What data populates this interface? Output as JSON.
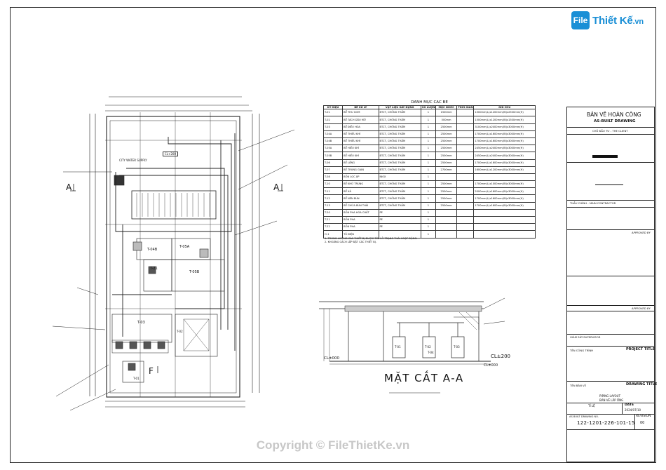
{
  "logo": {
    "mark": "File",
    "name": "Thiết Kế",
    "tld": ".vn"
  },
  "watermark": "Copyright © FileThietKe.vn",
  "plan": {
    "section_marks": [
      {
        "letter": "A",
        "side": "left"
      },
      {
        "letter": "A",
        "side": "right"
      },
      {
        "letter": "F",
        "side": "bottom"
      }
    ],
    "rooms": {
      "t04b": "T-04B",
      "t05a": "T-05A",
      "t21": "T-21",
      "t05b": "T-05B",
      "t03": "T-03",
      "t01": "T-01",
      "t02": "T-02"
    },
    "callouts": {
      "city_water": "CITY WATER SUPPLY",
      "cl": "CL+200"
    }
  },
  "legend": {
    "title": "DANH MỤC CÁC BỂ",
    "headers": [
      "KÝ HIỆU",
      "BỂ XỬ LÝ",
      "VẬT LIỆU XÂY DỰNG",
      "SỐ LƯỢNG",
      "MỰC NƯỚC",
      "THỜI GIAN LƯU",
      "GHI CHÚ"
    ],
    "rows": [
      [
        "T-01",
        "BỂ THU GOM",
        "BTCT, CHỐNG THẤM",
        "1",
        "1500mm",
        "",
        "1500mm(L)x1200mm(W)x2500mm(H)"
      ],
      [
        "T-02",
        "BỂ TÁCH DẦU MỠ",
        "BTCT, CHỐNG THẤM",
        "1",
        "500mm",
        "",
        "1500mm(L)x1200mm(W)x1500mm(H)"
      ],
      [
        "T-03",
        "BỂ ĐIỀU HÒA",
        "BTCT, CHỐNG THẤM",
        "1",
        "2500mm",
        "",
        "3100mm(L)x2400mm(W)x3000mm(H)"
      ],
      [
        "T-04A",
        "BỂ THIẾU KHÍ",
        "BTCT, CHỐNG THẤM",
        "1",
        "2500mm",
        "",
        "1700mm(L)x1600mm(W)x3000mm(H)"
      ],
      [
        "T-04B",
        "BỂ THIẾU KHÍ",
        "BTCT, CHỐNG THẤM",
        "1",
        "2500mm",
        "",
        "1700mm(L)x1600mm(W)x3000mm(H)"
      ],
      [
        "T-05A",
        "BỂ HIẾU KHÍ",
        "BTCT, CHỐNG THẤM",
        "1",
        "2500mm",
        "",
        "2450mm(L)x2400mm(W)x3000mm(H)"
      ],
      [
        "T-05B",
        "BỂ HIẾU KHÍ",
        "BTCT, CHỐNG THẤM",
        "1",
        "2500mm",
        "",
        "2450mm(L)x2400mm(W)x3000mm(H)"
      ],
      [
        "T-06",
        "BỂ LẮNG",
        "BTCT, CHỐNG THẤM",
        "1",
        "2500mm",
        "",
        "1700mm(L)x1600mm(W)x3000mm(H)"
      ],
      [
        "T-07",
        "BỂ TRUNG GIAN",
        "BTCT, CHỐNG THẤM",
        "1",
        "2700mm",
        "",
        "1600mm(L)x1200mm(W)x3000mm(H)"
      ],
      [
        "T-08",
        "BỒN LỌC ÁP",
        "INOX",
        "1",
        "",
        "",
        ""
      ],
      [
        "T-10",
        "BỂ KHỬ TRÙNG",
        "BTCT, CHỐNG THẤM",
        "1",
        "2500mm",
        "",
        "1700mm(L)x1000mm(W)x3000mm(H)"
      ],
      [
        "T-11",
        "BỂ XẢ",
        "BTCT, CHỐNG THẤM",
        "1",
        "2500mm",
        "",
        "2000mm(L)x1600mm(W)x3000mm(H)"
      ],
      [
        "T-12",
        "BỂ NÉN BÙN",
        "BTCT, CHỐNG THẤM",
        "1",
        "2500mm",
        "",
        "1700mm(L)x1600mm(W)x3000mm(H)"
      ],
      [
        "T-13",
        "BỂ CHỨA BÙN THẢI",
        "BTCT, CHỐNG THẤM",
        "1",
        "2500mm",
        "",
        "1700mm(L)x1600mm(W)x3000mm(H)"
      ],
      [
        "T-20",
        "BỒN PHA HÓA CHẤT",
        "PE",
        "1",
        "",
        "",
        ""
      ],
      [
        "T-21",
        "BỒN PHA",
        "PE",
        "1",
        "",
        "",
        ""
      ],
      [
        "T-22",
        "BỒN PHA",
        "PE",
        "1",
        "",
        "",
        ""
      ],
      [
        "O-1",
        "TỦ ĐIỆN",
        "",
        "1",
        "",
        "",
        ""
      ]
    ],
    "notes": [
      "1. TRONG LƯỢNG CÁC THIẾT BỊ ĐƯỢC TÍNH Ở TRẠNG THÁI HOẠT ĐỘNG.",
      "2. KHOẢNG CÁCH LẮP ĐẶT CÁC THIẾT BỊ."
    ]
  },
  "section": {
    "title": "MẶT CẮT A-A",
    "labels": [
      "CL±000",
      "CL±200",
      "CL±000",
      "T-01",
      "T-02",
      "T-03",
      "T-04"
    ]
  },
  "title_block": {
    "title_vi": "BẢN VẼ HOÀN CÔNG",
    "title_en": "AS-BUILT DRAWING",
    "client": "CHỦ ĐẦU TƯ - THE CLIENT",
    "contractor": "THẦU CHÍNH - MAIN CONTRACTOR",
    "approved1": "APPROVED BY",
    "approved2": "APPROVED BY",
    "supervisor": "GIÁM SÁT-SUPERVISOR",
    "project_label": "TÊN CÔNG TRÌNH",
    "project_title": "PROJECT TITLE",
    "drawing_label": "TÊN BẢN VẼ",
    "drawing_title": "DRAWING TITLE",
    "drawing_name_en": "PIPING LAYOUT",
    "drawing_name_vi": "BẢN VẼ LẮP ỐNG",
    "scale_label": "TỈ LỆ",
    "date_label": "DATE",
    "date_value": "2024/07/10",
    "no_label": "AS BUILT DRAWING NO.",
    "revision_label": "REVISION",
    "drawing_no": "122-1201-226-101-15",
    "revision": "00"
  }
}
